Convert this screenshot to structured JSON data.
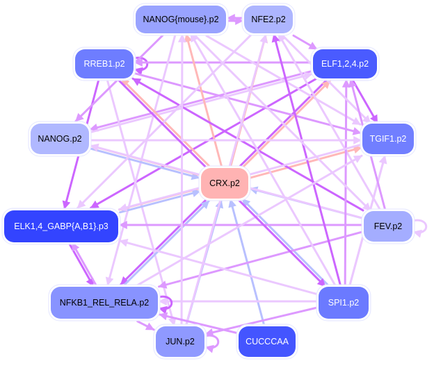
{
  "diagram": {
    "type": "network",
    "colors": {
      "background": "#ffffff",
      "edge_purple_strong": "#cc66ff",
      "edge_purple_medium": "#dd99ff",
      "edge_purple_light": "#ebc8ff",
      "edge_pink": "#ffb8b8",
      "edge_blue": "#b8c0ff",
      "node_border": "#e4e6ff"
    },
    "nodes": [
      {
        "id": "nanog_mouse",
        "label": "NANOG{mouse}.p2",
        "color": "#99a3ff",
        "text_color": "#000000"
      },
      {
        "id": "nfe2",
        "label": "NFE2.p2",
        "color": "#adb5ff",
        "text_color": "#000000"
      },
      {
        "id": "rreb1",
        "label": "RREB1.p2",
        "color": "#6e7dff",
        "text_color": "#ffffff"
      },
      {
        "id": "elf124",
        "label": "ELF1,2,4.p2",
        "color": "#4a5bff",
        "text_color": "#ffffff"
      },
      {
        "id": "nanog",
        "label": "NANOG.p2",
        "color": "#b0b8ff",
        "text_color": "#000000"
      },
      {
        "id": "tgif1",
        "label": "TGIF1.p2",
        "color": "#717fff",
        "text_color": "#ffffff"
      },
      {
        "id": "crx",
        "label": "CRX.p2",
        "color": "#ffb3b3",
        "text_color": "#000000"
      },
      {
        "id": "elk14",
        "label": "ELK1,4_GABP{A,B1}.p3",
        "color": "#3344ff",
        "text_color": "#ffffff"
      },
      {
        "id": "fev",
        "label": "FEV.p2",
        "color": "#a4adff",
        "text_color": "#000000"
      },
      {
        "id": "nfkb1",
        "label": "NFKB1_REL_RELA.p2",
        "color": "#8893ff",
        "text_color": "#000000"
      },
      {
        "id": "spi1",
        "label": "SPI1.p2",
        "color": "#6b7aff",
        "text_color": "#ffffff"
      },
      {
        "id": "jun",
        "label": "JUN.p2",
        "color": "#8f99ff",
        "text_color": "#000000"
      },
      {
        "id": "cucccaa",
        "label": "CUCCCAA",
        "color": "#4455ff",
        "text_color": "#ffffff"
      }
    ],
    "edges": [
      {
        "from": "nanog_mouse",
        "to": "nfe2",
        "color": "edge_purple_medium"
      },
      {
        "from": "nfe2",
        "to": "nanog_mouse",
        "color": "edge_purple_medium"
      },
      {
        "from": "nfe2",
        "to": "elf124",
        "color": "edge_purple_medium"
      },
      {
        "from": "rreb1",
        "to": "rreb1",
        "color": "edge_purple_strong",
        "self": true
      },
      {
        "from": "elf124",
        "to": "rreb1",
        "color": "edge_purple_medium"
      },
      {
        "from": "elf124",
        "to": "tgif1",
        "color": "edge_purple_strong"
      },
      {
        "from": "elf124",
        "to": "nanog",
        "color": "edge_purple_medium"
      },
      {
        "from": "elf124",
        "to": "elk14",
        "color": "edge_purple_strong"
      },
      {
        "from": "elf124",
        "to": "nfkb1",
        "color": "edge_purple_strong"
      },
      {
        "from": "rreb1",
        "to": "elk14",
        "color": "edge_purple_strong"
      },
      {
        "from": "rreb1",
        "to": "jun",
        "color": "edge_purple_light"
      },
      {
        "from": "rreb1",
        "to": "tgif1",
        "color": "edge_purple_medium"
      },
      {
        "from": "nanog_mouse",
        "to": "nanog",
        "color": "edge_purple_medium"
      },
      {
        "from": "nanog_mouse",
        "to": "tgif1",
        "color": "edge_purple_light"
      },
      {
        "from": "nanog_mouse",
        "to": "nfkb1",
        "color": "edge_purple_light"
      },
      {
        "from": "nanog",
        "to": "elf124",
        "color": "edge_purple_light"
      },
      {
        "from": "nanog",
        "to": "crx",
        "color": "edge_blue"
      },
      {
        "from": "crx",
        "to": "nanog",
        "color": "edge_pink"
      },
      {
        "from": "crx",
        "to": "rreb1",
        "color": "edge_pink"
      },
      {
        "from": "crx",
        "to": "nanog_mouse",
        "color": "edge_pink"
      },
      {
        "from": "crx",
        "to": "nfe2",
        "color": "edge_pink"
      },
      {
        "from": "crx",
        "to": "elf124",
        "color": "edge_pink"
      },
      {
        "from": "crx",
        "to": "tgif1",
        "color": "edge_pink"
      },
      {
        "from": "crx",
        "to": "elk14",
        "color": "edge_pink"
      },
      {
        "from": "elk14",
        "to": "crx",
        "color": "edge_blue"
      },
      {
        "from": "fev",
        "to": "crx",
        "color": "edge_blue"
      },
      {
        "from": "nfkb1",
        "to": "crx",
        "color": "edge_blue"
      },
      {
        "from": "jun",
        "to": "crx",
        "color": "edge_blue"
      },
      {
        "from": "cucccaa",
        "to": "crx",
        "color": "edge_blue"
      },
      {
        "from": "spi1",
        "to": "crx",
        "color": "edge_blue"
      },
      {
        "from": "fev",
        "to": "elk14",
        "color": "edge_purple_medium"
      },
      {
        "from": "fev",
        "to": "fev",
        "color": "edge_purple_light",
        "self": true
      },
      {
        "from": "fev",
        "to": "nfkb1",
        "color": "edge_purple_medium"
      },
      {
        "from": "fev",
        "to": "nfe2",
        "color": "edge_purple_light"
      },
      {
        "from": "fev",
        "to": "nanog",
        "color": "edge_purple_light"
      },
      {
        "from": "fev",
        "to": "rreb1",
        "color": "edge_purple_strong"
      },
      {
        "from": "spi1",
        "to": "elf124",
        "color": "edge_purple_medium"
      },
      {
        "from": "spi1",
        "to": "tgif1",
        "color": "edge_purple_light"
      },
      {
        "from": "spi1",
        "to": "nfkb1",
        "color": "edge_purple_light"
      },
      {
        "from": "spi1",
        "to": "elk14",
        "color": "edge_purple_light"
      },
      {
        "from": "spi1",
        "to": "nfe2",
        "color": "edge_purple_strong"
      },
      {
        "from": "spi1",
        "to": "nanog_mouse",
        "color": "edge_purple_light"
      },
      {
        "from": "spi1",
        "to": "jun",
        "color": "edge_purple_medium"
      },
      {
        "from": "spi1",
        "to": "tgif1",
        "color": "edge_purple_light"
      },
      {
        "from": "elk14",
        "to": "nfkb1",
        "color": "edge_purple_strong"
      },
      {
        "from": "nfkb1",
        "to": "elk14",
        "color": "edge_purple_medium"
      },
      {
        "from": "nfkb1",
        "to": "nfkb1",
        "color": "edge_purple_strong",
        "self": true
      },
      {
        "from": "nfkb1",
        "to": "jun",
        "color": "edge_purple_medium"
      },
      {
        "from": "nfkb1",
        "to": "tgif1",
        "color": "edge_purple_light"
      },
      {
        "from": "jun",
        "to": "jun",
        "color": "edge_purple_medium",
        "self": true
      },
      {
        "from": "jun",
        "to": "nfe2",
        "color": "edge_purple_light"
      },
      {
        "from": "jun",
        "to": "nanog_mouse",
        "color": "edge_purple_light"
      },
      {
        "from": "cucccaa",
        "to": "nfkb1",
        "color": "edge_purple_medium"
      },
      {
        "from": "nfe2",
        "to": "elk14",
        "color": "edge_purple_light"
      },
      {
        "from": "nfe2",
        "to": "tgif1",
        "color": "edge_purple_light"
      },
      {
        "from": "tgif1",
        "to": "elk14",
        "color": "edge_purple_light"
      },
      {
        "from": "nanog",
        "to": "tgif1",
        "color": "edge_purple_light"
      },
      {
        "from": "fev",
        "to": "elf124",
        "color": "edge_purple_medium"
      },
      {
        "from": "rreb1",
        "to": "spi1",
        "color": "edge_purple_strong"
      },
      {
        "from": "nanog_mouse",
        "to": "fev",
        "color": "edge_purple_light"
      }
    ]
  }
}
